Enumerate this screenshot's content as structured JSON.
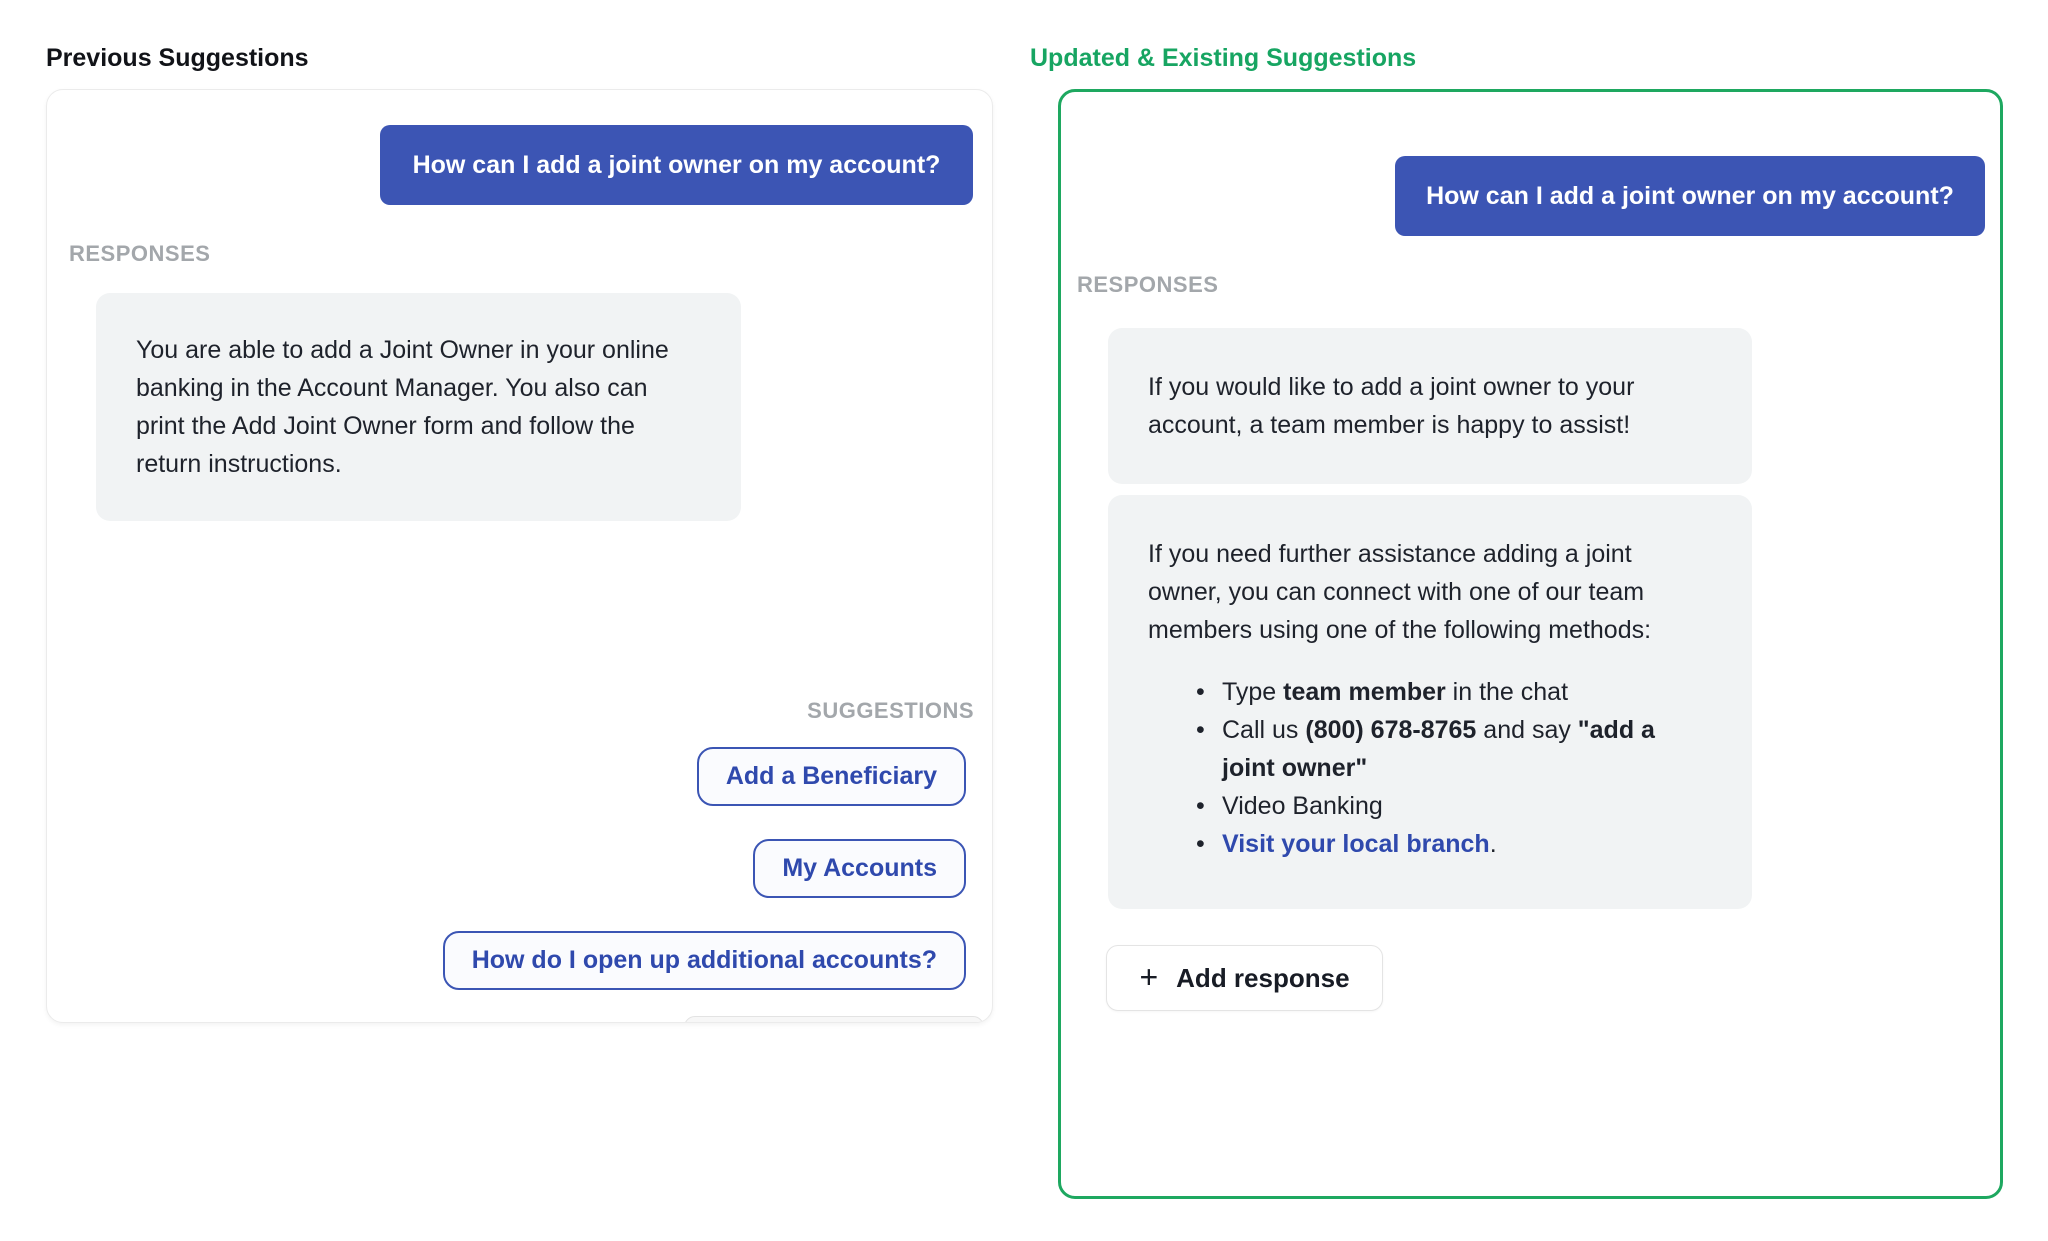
{
  "colors": {
    "user_bubble_blue": "#3C55B4",
    "suggestion_blue": "#2F49AD",
    "green_accent": "#17A562",
    "green_border": "#1EA860",
    "label_gray": "#A3A7AB",
    "response_bubble_gray": "#F1F3F4",
    "text_dark": "#1E222B"
  },
  "left_panel": {
    "title": "Previous Suggestions",
    "user_message": "How can I add a joint owner on my account?",
    "responses_label": "RESPONSES",
    "response_text": "You are able to add a Joint Owner in your online banking in the Account Manager.  You also can print the Add Joint Owner form and follow the return instructions.",
    "suggestions_label": "SUGGESTIONS",
    "suggestions": [
      {
        "label": "Add a Beneficiary"
      },
      {
        "label": "My Accounts"
      },
      {
        "label": "How do I open up additional accounts?"
      }
    ]
  },
  "right_panel": {
    "title": "Updated & Existing Suggestions",
    "user_message": "How can I add a joint owner on my account?",
    "responses_label": "RESPONSES",
    "response_1": "If you would like to add a joint owner to your account, a team member is happy to assist!",
    "response_2": {
      "intro": "If you need further assistance adding a joint owner, you can connect with one of our team members using one of the following methods:",
      "bullets": [
        {
          "s": [
            {
              "t": "Type "
            },
            {
              "t": "team member",
              "b": true
            },
            {
              "t": " in the chat"
            }
          ]
        },
        {
          "s": [
            {
              "t": "Call us "
            },
            {
              "t": "(800) 678-8765",
              "b": true
            },
            {
              "t": " and say "
            },
            {
              "t": "\"add a joint owner\"",
              "b": true
            }
          ]
        },
        {
          "s": [
            {
              "t": "Video Banking"
            }
          ]
        },
        {
          "s": [
            {
              "t": "Visit your local branch",
              "link": true
            },
            {
              "t": "."
            }
          ]
        }
      ]
    },
    "add_response_button": {
      "icon": "+",
      "label": "Add response"
    }
  }
}
